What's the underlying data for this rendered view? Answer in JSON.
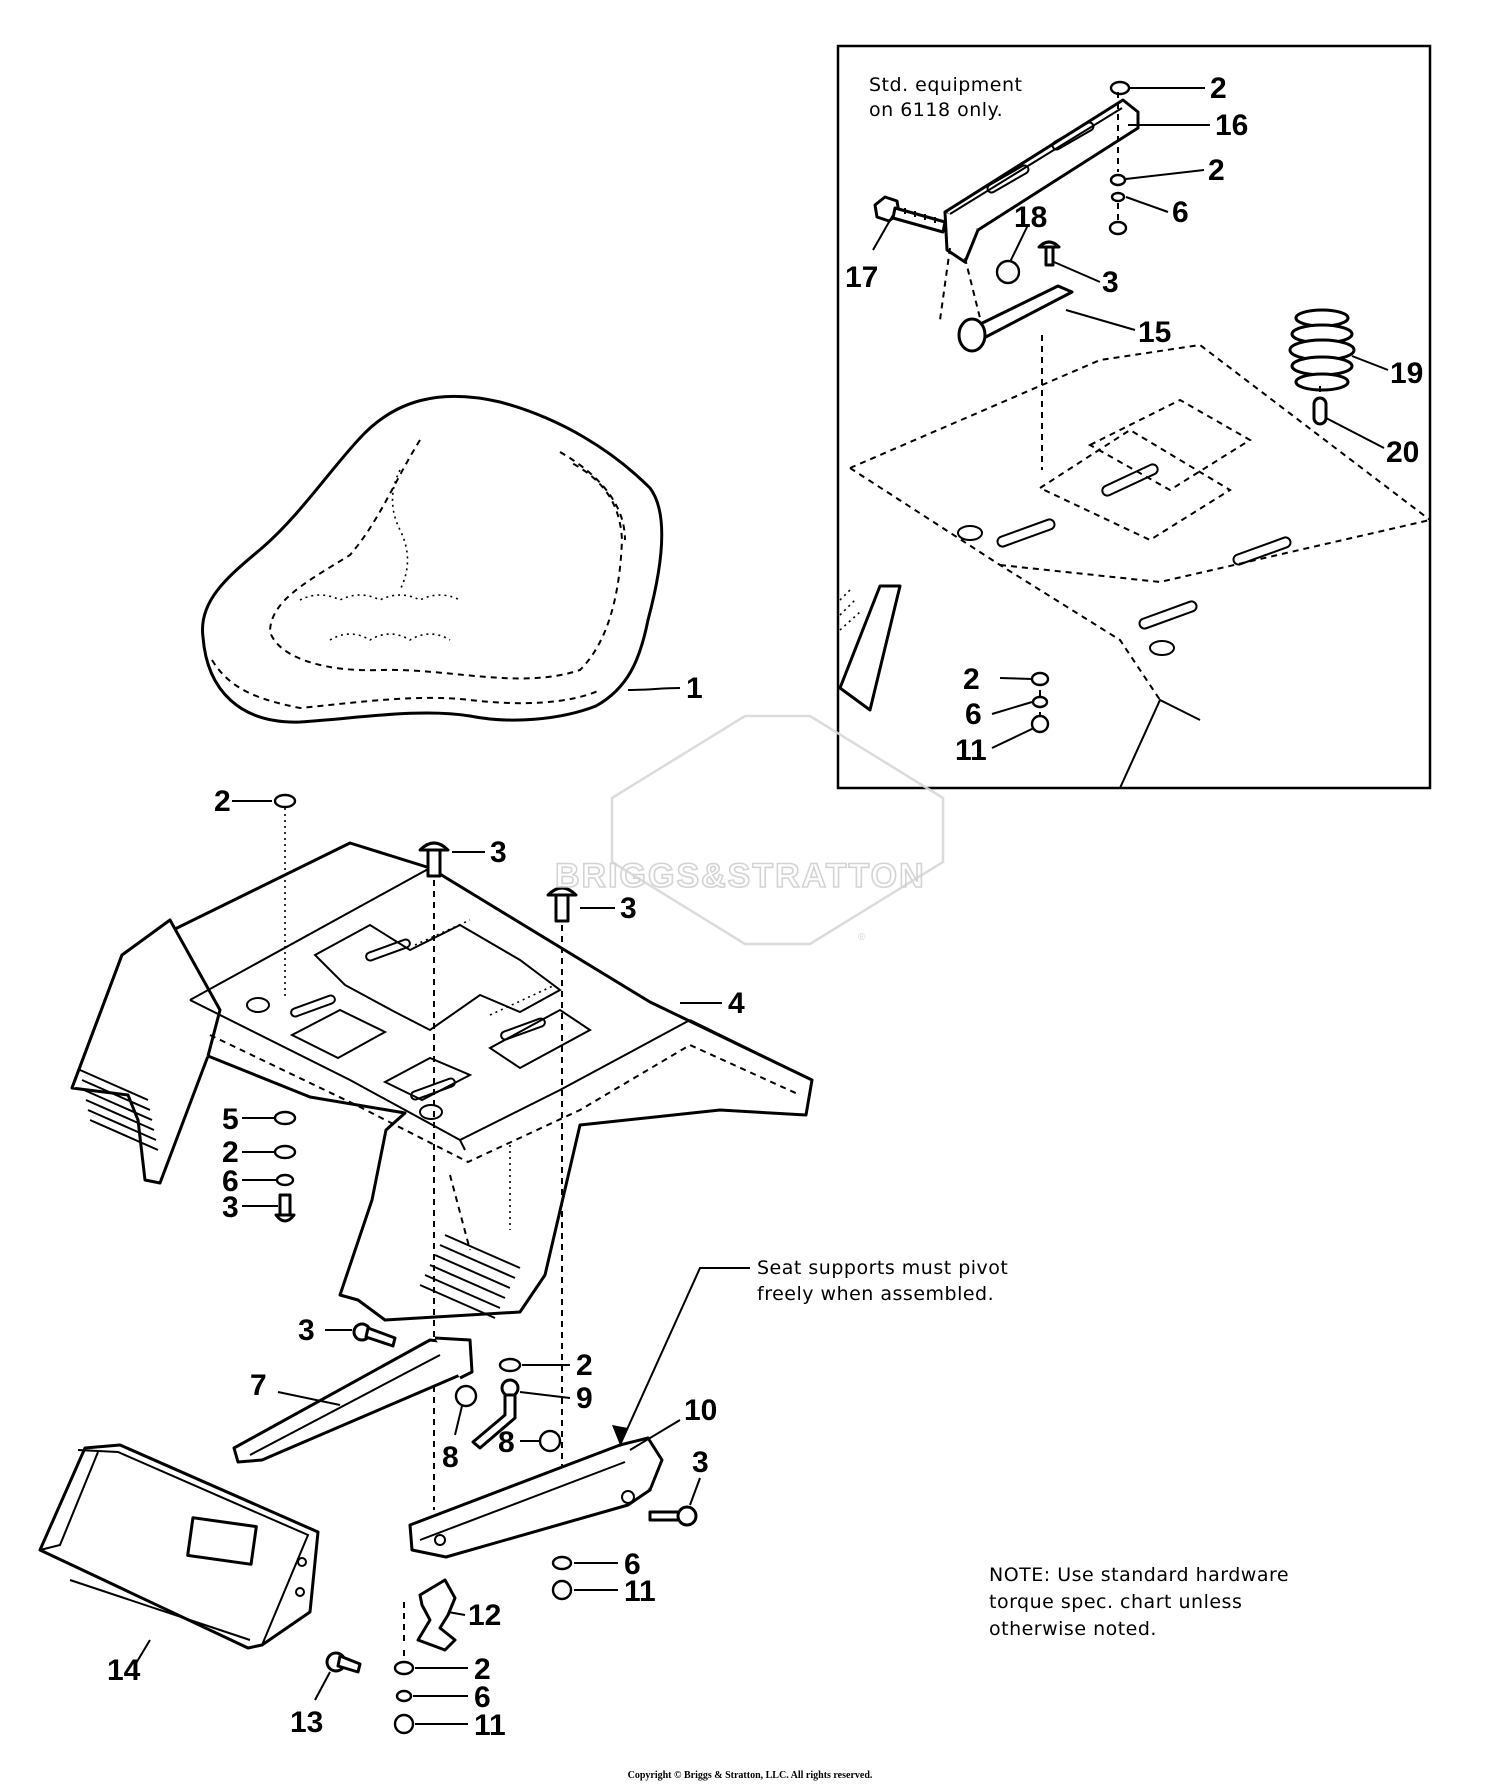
{
  "inset": {
    "caption_line1": "Std. equipment",
    "caption_line2": "on 6118 only."
  },
  "notes": {
    "seat_support_line1": "Seat supports must pivot",
    "seat_support_line2": "freely when assembled.",
    "hardware_line1": "NOTE: Use standard hardware",
    "hardware_line2": "torque spec. chart unless",
    "hardware_line3": "otherwise noted."
  },
  "watermark": "BRIGGS&STRATTON",
  "watermark_reg": "®",
  "copyright": "Copyright © Briggs & Stratton, LLC. All rights reserved.",
  "callouts": {
    "seat": "1",
    "washer_top": "2",
    "bolt_center": "3",
    "bolt_right": "3",
    "fender": "4",
    "lower_5": "5",
    "lower_2": "2",
    "lower_6": "6",
    "lower_3": "3",
    "support_bolt": "3",
    "support_left": "7",
    "washer_9": "2",
    "pin_9": "9",
    "nut_8_left": "8",
    "nut_8_right": "8",
    "support_right": "10",
    "bolt_10": "3",
    "washer_6": "6",
    "nut_11": "11",
    "latch": "12",
    "bottom_2": "2",
    "bottom_6": "6",
    "bottom_11": "11",
    "panel": "14",
    "screw": "13",
    "inset_2a": "2",
    "inset_16": "16",
    "inset_2b": "2",
    "inset_6": "6",
    "inset_17": "17",
    "inset_18": "18",
    "inset_3": "3",
    "inset_15": "15",
    "inset_19": "19",
    "inset_20": "20",
    "inset_2c": "2",
    "inset_6b": "6",
    "inset_11": "11"
  }
}
